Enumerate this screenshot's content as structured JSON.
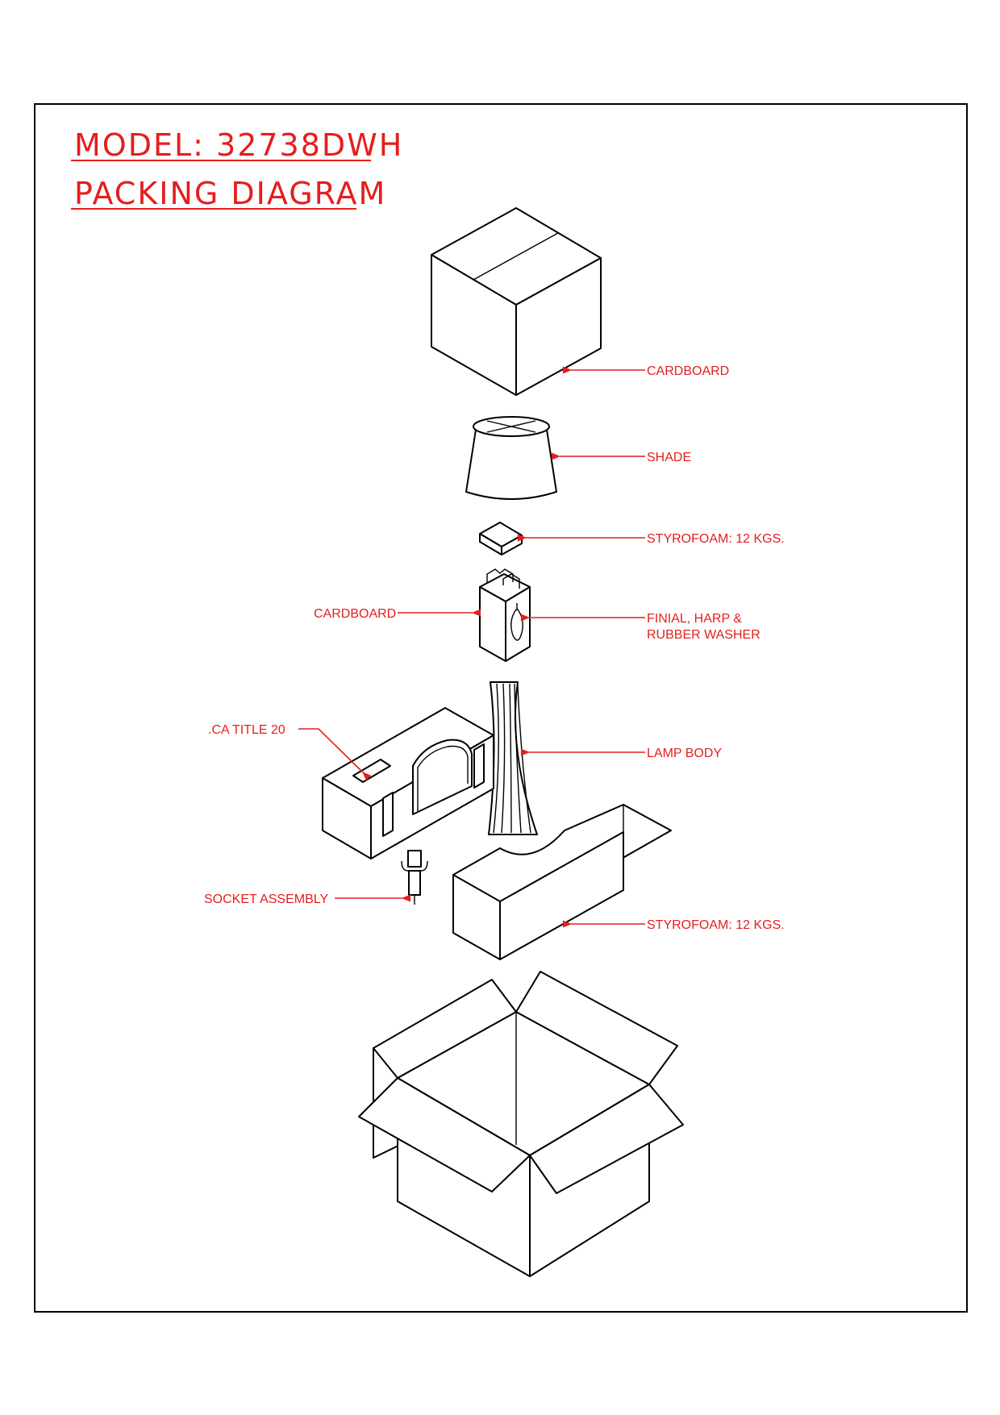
{
  "header": {
    "model_line": "MODEL: 32738DWH",
    "diagram_title": "PACKING DIAGRAM"
  },
  "labels": {
    "outer_box_top": "CARDBOARD",
    "shade": "SHADE",
    "styrofoam_small": "STYROFOAM: 12 KGS.",
    "cardboard_insert": "CARDBOARD",
    "finial_line1": "FINIAL, HARP &",
    "finial_line2": "RUBBER WASHER",
    "ca_title": ".CA TITLE 20",
    "lamp_body": "LAMP BODY",
    "socket_assembly": "SOCKET ASSEMBLY",
    "styrofoam_large": "STYROFOAM: 12 KGS."
  },
  "colors": {
    "annotation": "#e41e1e",
    "linework": "#000000"
  }
}
